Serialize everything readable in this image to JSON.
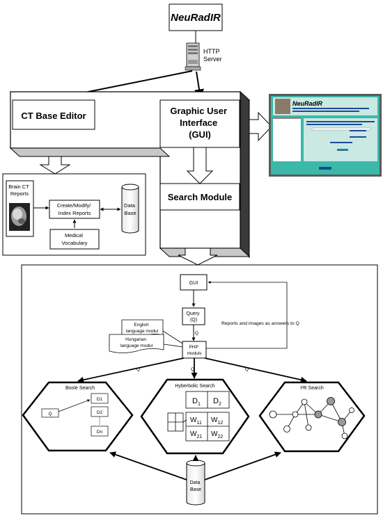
{
  "top": {
    "title": "NeuRadIR",
    "http_server": [
      "HTTP",
      "Server"
    ]
  },
  "architecture": {
    "ct_base_editor": "CT Base Editor",
    "gui": [
      "Graphic User",
      "Interface",
      "(GUI)"
    ],
    "search_module": "Search Module"
  },
  "gui_screenshot": {
    "title": "NeuRadIR",
    "colors": {
      "background": "#3bb8a8",
      "panel": "#c9e9e2",
      "frame": "#5a5a5a"
    }
  },
  "editor_panel": {
    "brain_ct_reports": [
      "Brain CT",
      "Reports"
    ],
    "create_modify": [
      "Create/Modify/",
      "Index Reports"
    ],
    "medical_vocabulary": [
      "Medical",
      "Vocabulary"
    ],
    "data_base": [
      "Data",
      "Base"
    ]
  },
  "search_panel": {
    "gui": "GUI",
    "query": [
      "Query",
      "(Q)"
    ],
    "q": "Q",
    "english_modul": [
      "English",
      "language modul"
    ],
    "hungarian_modul": [
      "Hungarian",
      "language modul"
    ],
    "php_moduls": [
      "PHP",
      "moduls"
    ],
    "feedback_label": "Reports and images as answers to Q",
    "boole": {
      "title": "Boole   Search",
      "q": "Q",
      "docs": [
        "D1",
        "D2",
        "Dn"
      ]
    },
    "hyperbolic": {
      "title": "Hyberbolic    Search",
      "cells": [
        {
          "base": "D",
          "sub": "1"
        },
        {
          "base": "D",
          "sub": "2"
        },
        {
          "base": "W",
          "sub": "11"
        },
        {
          "base": "W",
          "sub": "12"
        },
        {
          "base": "W",
          "sub": "21"
        },
        {
          "base": "W",
          "sub": "22"
        }
      ]
    },
    "ir": {
      "title": "I²R Search"
    },
    "data_base": [
      "Data",
      "Base"
    ]
  }
}
